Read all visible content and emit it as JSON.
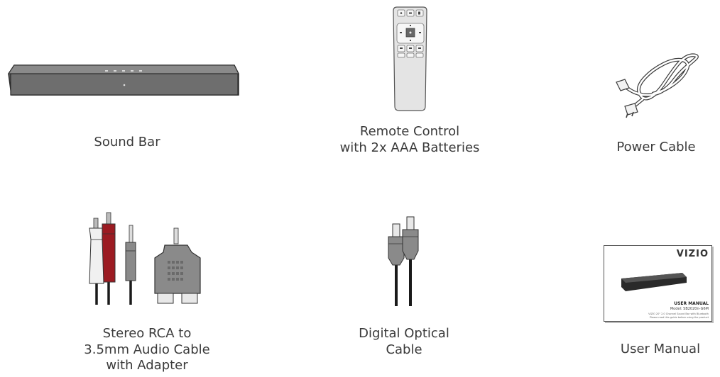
{
  "items": [
    {
      "id": "sound_bar",
      "caption_lines": [
        "Sound Bar"
      ]
    },
    {
      "id": "remote",
      "caption_lines": [
        "Remote Control",
        "with 2x AAA Batteries"
      ]
    },
    {
      "id": "power_cable",
      "caption_lines": [
        "Power Cable"
      ]
    },
    {
      "id": "rca_cable",
      "caption_lines": [
        "Stereo RCA to",
        "3.5mm Audio Cable",
        "with Adapter"
      ]
    },
    {
      "id": "optical_cable",
      "caption_lines": [
        "Digital Optical",
        "Cable"
      ]
    },
    {
      "id": "user_manual",
      "caption_lines": [
        "User Manual"
      ]
    }
  ],
  "manual": {
    "brand": "VIZIO",
    "title": "USER MANUAL",
    "model": "Model: SB2020n-G6M",
    "fine_print_1": "VIZIO 20\" 2.0 Channel Sound Bar with Bluetooth",
    "fine_print_2": "Please read this guide before using the product"
  },
  "colors": {
    "outline": "#3a3a3a",
    "soundbar": "#6f6f6f",
    "remote_body": "#e6e6e6",
    "rca_red": "#9b1b22",
    "rca_white": "#f0f0f0",
    "plug_gray": "#8a8a8a",
    "cable_black": "#1a1a1a"
  }
}
